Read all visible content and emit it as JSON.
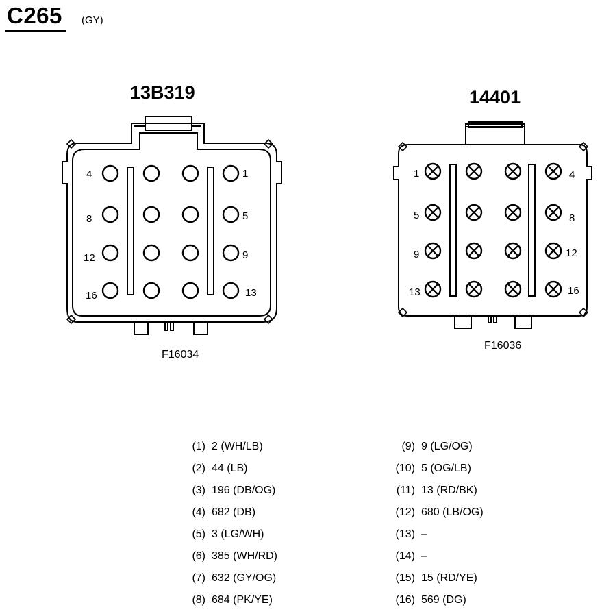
{
  "header": {
    "connector_id": "C265",
    "color_code": "(GY)"
  },
  "connectors": [
    {
      "name": "13B319",
      "figure": "F16034",
      "cavity_labels": [
        {
          "text": "4"
        },
        {
          "text": "1"
        },
        {
          "text": "8"
        },
        {
          "text": "5"
        },
        {
          "text": "12"
        },
        {
          "text": "9"
        },
        {
          "text": "16"
        },
        {
          "text": "13"
        }
      ]
    },
    {
      "name": "14401",
      "figure": "F16036",
      "cavity_labels": [
        {
          "text": "1"
        },
        {
          "text": "4"
        },
        {
          "text": "5"
        },
        {
          "text": "8"
        },
        {
          "text": "9"
        },
        {
          "text": "12"
        },
        {
          "text": "13"
        },
        {
          "text": "16"
        }
      ]
    }
  ],
  "pin_table": {
    "left": [
      {
        "pin": "(1)",
        "circuit": "2 (WH/LB)"
      },
      {
        "pin": "(2)",
        "circuit": "44 (LB)"
      },
      {
        "pin": "(3)",
        "circuit": "196 (DB/OG)"
      },
      {
        "pin": "(4)",
        "circuit": "682 (DB)"
      },
      {
        "pin": "(5)",
        "circuit": "3 (LG/WH)"
      },
      {
        "pin": "(6)",
        "circuit": "385 (WH/RD)"
      },
      {
        "pin": "(7)",
        "circuit": "632 (GY/OG)"
      },
      {
        "pin": "(8)",
        "circuit": "684 (PK/YE)"
      }
    ],
    "right": [
      {
        "pin": "(9)",
        "circuit": "9 (LG/OG)"
      },
      {
        "pin": "(10)",
        "circuit": "5 (OG/LB)"
      },
      {
        "pin": "(11)",
        "circuit": "13 (RD/BK)"
      },
      {
        "pin": "(12)",
        "circuit": "680 (LB/OG)"
      },
      {
        "pin": "(13)",
        "circuit": "–"
      },
      {
        "pin": "(14)",
        "circuit": "–"
      },
      {
        "pin": "(15)",
        "circuit": "15 (RD/YE)"
      },
      {
        "pin": "(16)",
        "circuit": "569 (DG)"
      }
    ]
  }
}
